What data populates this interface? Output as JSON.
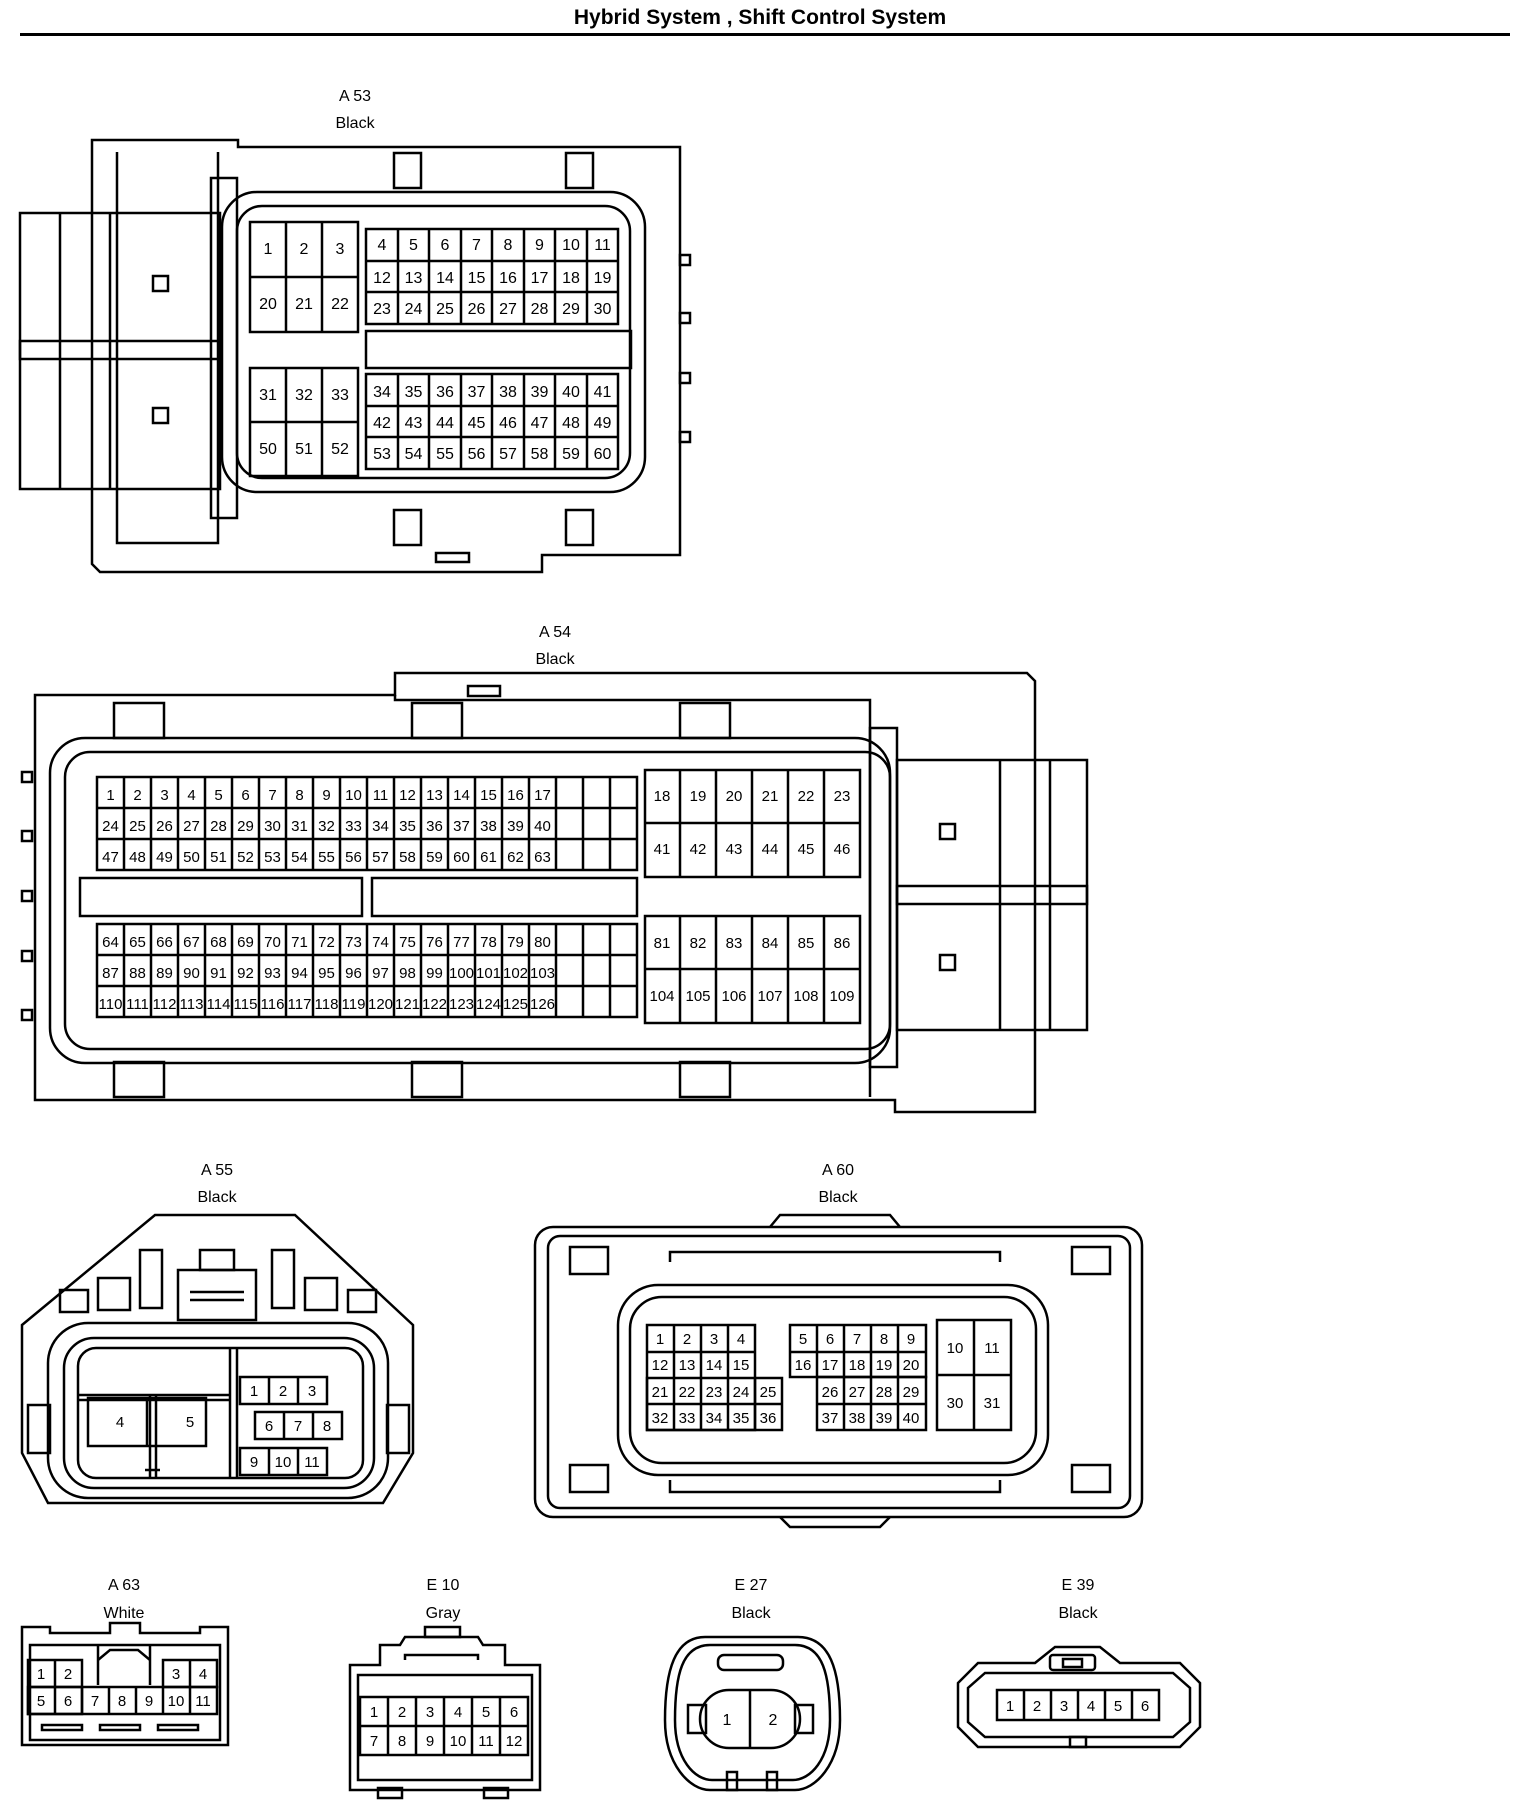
{
  "title": "Hybrid System , Shift Control System",
  "connectors": {
    "a53": {
      "code": "A 53",
      "color": "Black"
    },
    "a54": {
      "code": "A 54",
      "color": "Black"
    },
    "a55": {
      "code": "A 55",
      "color": "Black"
    },
    "a60": {
      "code": "A 60",
      "color": "Black"
    },
    "a63": {
      "code": "A 63",
      "color": "White"
    },
    "e10": {
      "code": "E 10",
      "color": "Gray"
    },
    "e27": {
      "code": "E 27",
      "color": "Black"
    },
    "e39": {
      "code": "E 39",
      "color": "Black"
    }
  },
  "colors": {
    "line": "#000000",
    "background": "#ffffff"
  }
}
